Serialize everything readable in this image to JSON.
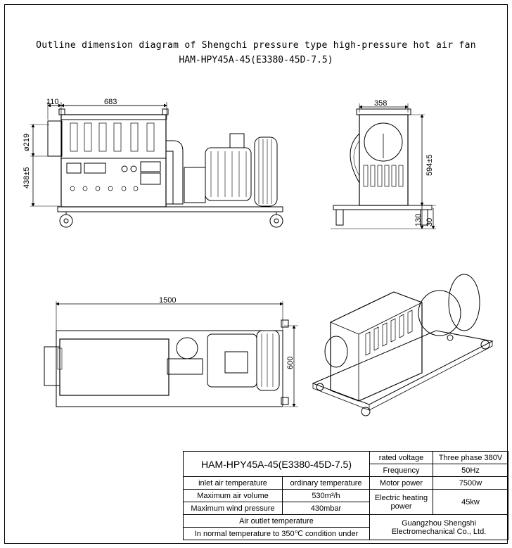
{
  "title": {
    "line1": "Outline dimension diagram of Shengchi pressure type high-pressure hot air fan",
    "line2": "HAM-HPY45A-45(E3380-45D-7.5)"
  },
  "dimensions": {
    "front_inlet": "110",
    "front_length": "683",
    "front_diameter": "ø219",
    "front_height": "438±5",
    "side_width": "358",
    "side_height": "594±5",
    "side_wheel": "130",
    "side_base": "30",
    "top_length": "1500",
    "top_width": "600"
  },
  "spec_table": {
    "model": "HAM-HPY45A-45(E3380-45D-7.5)",
    "rated_voltage_label": "rated voltage",
    "rated_voltage_value": "Three phase 380V",
    "frequency_label": "Frequency",
    "frequency_value": "50Hz",
    "inlet_temp_label": "inlet air temperature",
    "inlet_temp_value": "ordinary temperature",
    "motor_power_label": "Motor power",
    "motor_power_value": "7500w",
    "air_volume_label": "Maximum air volume",
    "air_volume_value": "530m³/h",
    "heating_power_label": "Electric heating power",
    "heating_power_value": "45kw",
    "wind_pressure_label": "Maximum wind pressure",
    "wind_pressure_value": "430mbar",
    "outlet_temp_label": "Air outlet temperature",
    "outlet_temp_value": "In normal temperature to 350℃ condition under",
    "company_line1": "Guangzhou Shengshi",
    "company_line2": "Electromechanical Co., Ltd."
  }
}
